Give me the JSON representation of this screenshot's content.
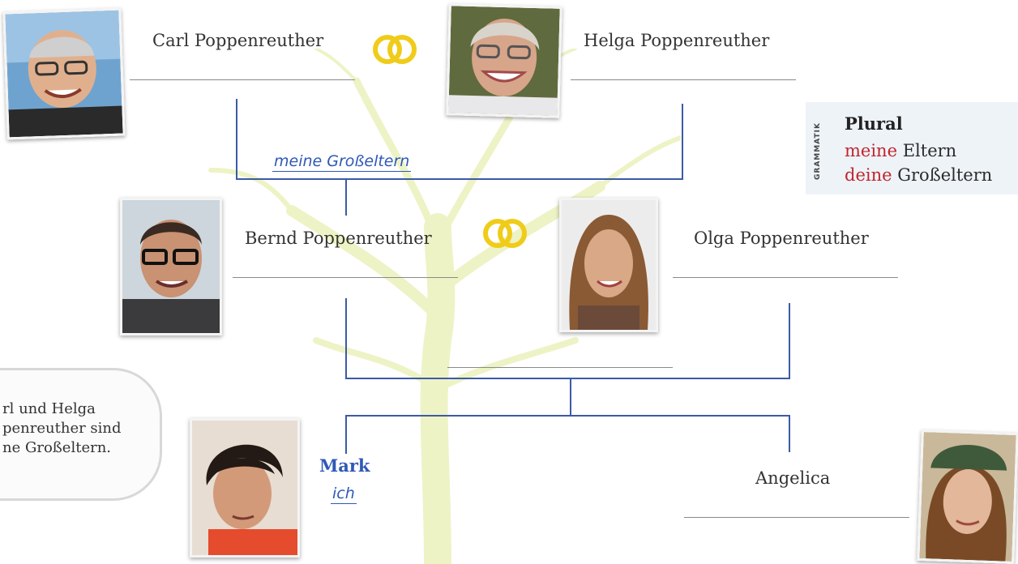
{
  "grandparents": {
    "left_name": "Carl Poppenreuther",
    "right_name": "Helga Poppenreuther",
    "relation_answer": "meine Großeltern"
  },
  "parents": {
    "left_name": "Bernd Poppenreuther",
    "right_name": "Olga Poppenreuther"
  },
  "children": {
    "me_name": "Mark",
    "me_answer": "ich",
    "sister_name": "Angelica"
  },
  "grammar_box": {
    "tag": "GRAMMATIK",
    "title": "Plural",
    "rows": [
      {
        "det": "meine",
        "noun": "Eltern"
      },
      {
        "det": "deine",
        "noun": "Großeltern"
      }
    ]
  },
  "speech_bubble": {
    "lines": [
      "rl und Helga",
      "penreuther sind",
      "ne Großeltern."
    ]
  },
  "colors": {
    "tree_line": "#3c5aa6",
    "handwriting": "#2f58b8",
    "determiner": "#c0262c",
    "rings": "#f0cc1a"
  },
  "icons": [
    "wedding-rings-icon",
    "tree-background-illustration"
  ]
}
